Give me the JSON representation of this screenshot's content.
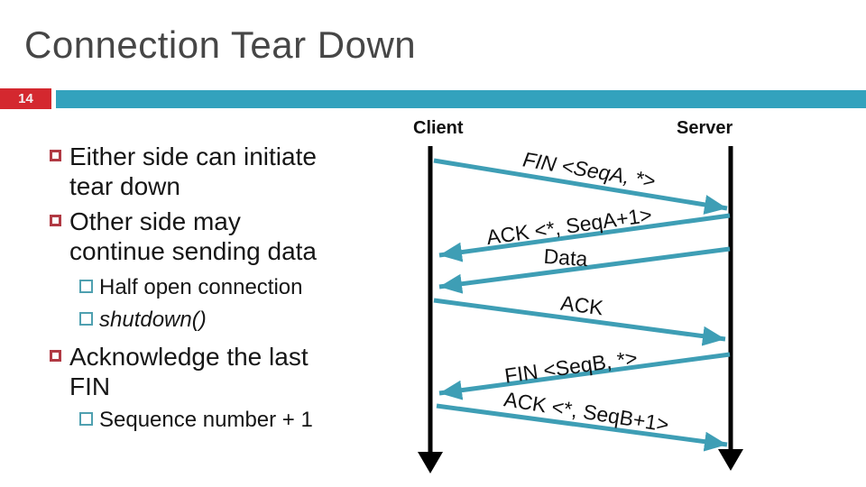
{
  "slide": {
    "title": "Connection Tear Down",
    "page_number": "14"
  },
  "bullets": [
    {
      "level": 1,
      "text": "Either side can initiate\ntear down"
    },
    {
      "level": 1,
      "text": "Other side may\ncontinue sending data"
    },
    {
      "level": 2,
      "text": "Half open connection"
    },
    {
      "level": 2,
      "text": "shutdown()",
      "italic": true
    },
    {
      "level": 1,
      "text": "Acknowledge the last\nFIN"
    },
    {
      "level": 2,
      "text": "Sequence number + 1"
    }
  ],
  "diagram": {
    "client_label": "Client",
    "server_label": "Server",
    "messages": [
      {
        "label": "FIN <SeqA, *>",
        "from": "client",
        "to": "server"
      },
      {
        "label": "ACK <*, SeqA+1>",
        "from": "server",
        "to": "client"
      },
      {
        "label": "Data",
        "from": "server",
        "to": "client"
      },
      {
        "label": "ACK",
        "from": "client",
        "to": "server"
      },
      {
        "label": "FIN <SeqB, *>",
        "from": "server",
        "to": "client"
      },
      {
        "label": "ACK <*, SeqB+1>",
        "from": "client",
        "to": "server"
      }
    ]
  },
  "colors": {
    "title_text": "#464646",
    "accent_bar_teal": "#33a2bd",
    "page_badge_red": "#d4282f",
    "arrow_teal": "#3e9eb5",
    "bullet_l1_red": "#b13943",
    "bullet_l2_teal": "#4fa0b0",
    "lifeline_black": "#000000"
  }
}
